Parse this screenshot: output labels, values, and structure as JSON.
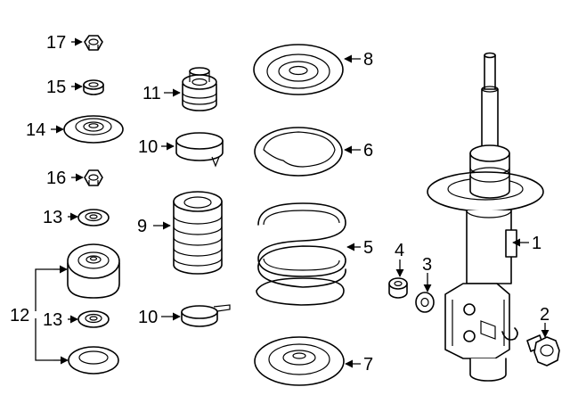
{
  "diagram": {
    "callouts": {
      "c1": "1",
      "c2": "2",
      "c3": "3",
      "c4": "4",
      "c5": "5",
      "c6": "6",
      "c7": "7",
      "c8": "8",
      "c9": "9",
      "c10a": "10",
      "c10b": "10",
      "c11": "11",
      "c12": "12",
      "c13a": "13",
      "c13b": "13",
      "c14": "14",
      "c15": "15",
      "c16": "16",
      "c17": "17"
    }
  }
}
